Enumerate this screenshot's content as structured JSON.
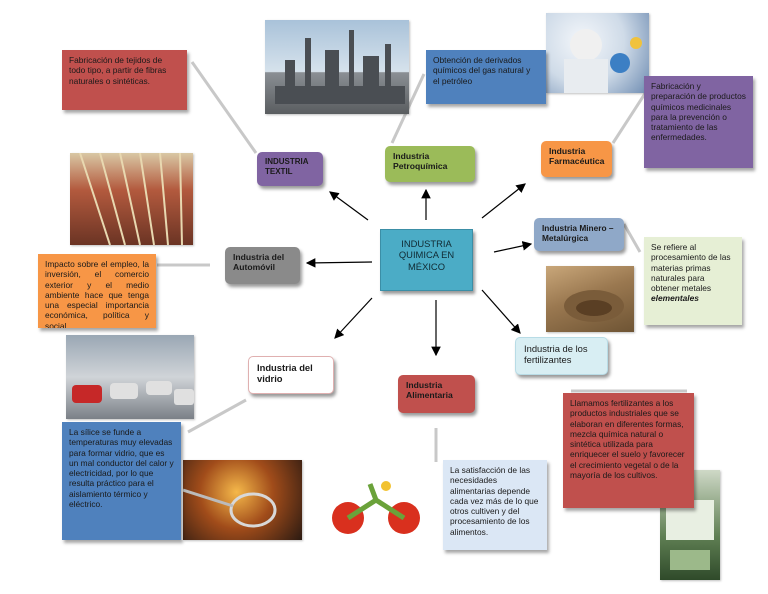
{
  "center": {
    "line1": "INDUSTRIA",
    "line2": "QUIMICA EN",
    "line3": "MÉXICO"
  },
  "nodes": {
    "textil": "INDUSTRIA TEXTIL",
    "petroquimica": "Industria Petroquímica",
    "farmaceutica": "Industria Farmacéutica",
    "minero": "Industria Minero – Metalúrgica",
    "automovil": "Industria del Automóvil",
    "vidrio": "Industria del vidrio",
    "alimentaria": "Industria Alimentaria",
    "fertilizantes": "Industria de los fertilizantes"
  },
  "descriptions": {
    "textil": "Fabricación de tejidos de todo tipo, a partir de fibras naturales o sintéticas.",
    "petroquimica": "Obtención de derivados químicos del gas natural y el petróleo",
    "farmaceutica": "Fabricación y preparación de productos químicos medicinales para la prevención o tratamiento de las enfermedades.",
    "minero_main": "Se refiere al procesamiento de las materias primas naturales para obtener metales",
    "minero_emph": "elementales",
    "automovil": "Impacto sobre el empleo, la inversión, el comercio exterior y el medio ambiente hace que tenga una especial importancia económica, política y social.",
    "vidrio": "La sílice se funde a temperaturas muy elevadas para formar vidrio, que es un mal conductor del calor y electricidad, por lo que resulta práctico para el aislamiento térmico y eléctrico.",
    "alimentaria": "La satisfacción de las necesidades alimentarias depende cada vez más de lo que otros cultiven y del procesamiento de los alimentos.",
    "fertilizantes": "Llamamos fertilizantes a los productos industriales que se elaboran en diferentes formas, mezcla química natural o sintética utilizada para enriquecer el suelo y favorecer el crecimiento vegetal o de la mayoría de los cultivos."
  },
  "colors": {
    "red": "#c0504d",
    "blue": "#4f81bd",
    "purple": "#8064a2",
    "green": "#9bbb59",
    "orange": "#f79646",
    "teal": "#4bacc6",
    "gray": "#7f7f7f",
    "light_green": "#e6efd5",
    "light_blue": "#dbe7f5",
    "light_teal": "#d8eef3"
  }
}
